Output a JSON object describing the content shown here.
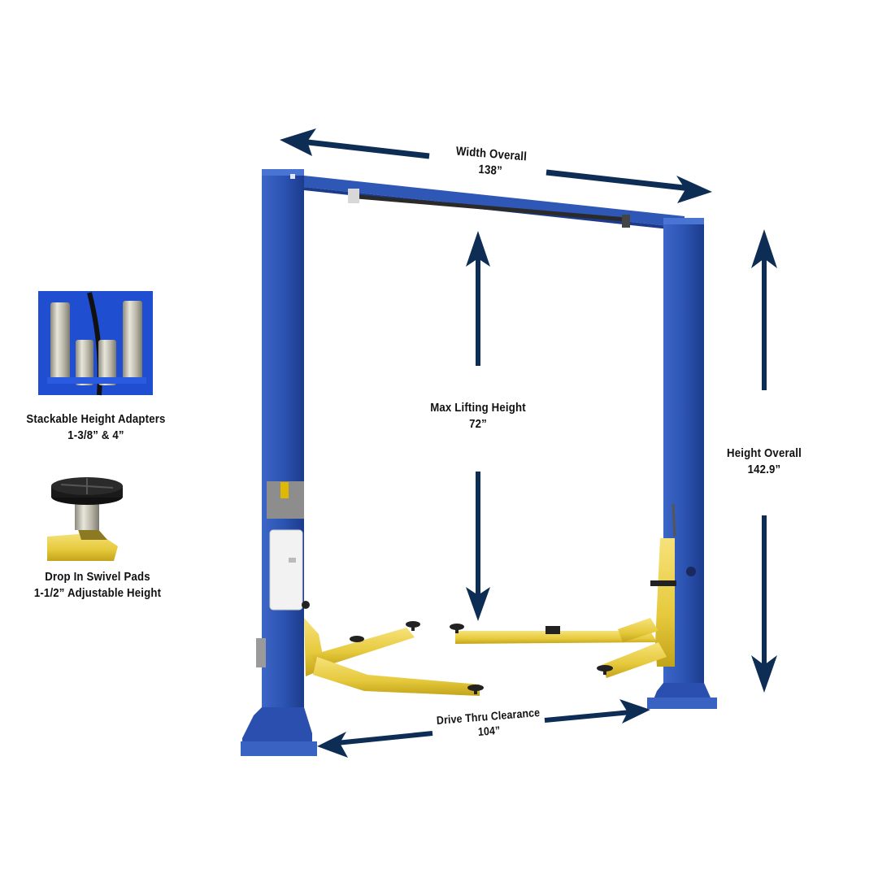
{
  "diagram": {
    "subject": "Two-post vehicle lift with dimension callouts",
    "colors": {
      "arrow": "#0d2d55",
      "post": "#2f57b6",
      "post_dark": "#1f3f92",
      "arm": "#ecd44a",
      "arm_dark": "#c9aa1e",
      "pad": "#222222",
      "text": "#111111",
      "background": "#ffffff"
    },
    "dimensions": {
      "width_overall": {
        "title": "Width Overall",
        "value": "138”"
      },
      "max_lifting_height": {
        "title": "Max Lifting Height",
        "value": "72”"
      },
      "height_overall": {
        "title": "Height Overall",
        "value": "142.9”"
      },
      "drive_thru_clearance": {
        "title": "Drive Thru Clearance",
        "value": "104”"
      }
    },
    "features": [
      {
        "title": "Stackable Height Adapters",
        "detail": "1-3/8” & 4”",
        "image": "height-adapters-photo"
      },
      {
        "title": "Drop In Swivel Pads",
        "detail": "1-1/2” Adjustable Height",
        "image": "swivel-pad-photo"
      }
    ]
  }
}
